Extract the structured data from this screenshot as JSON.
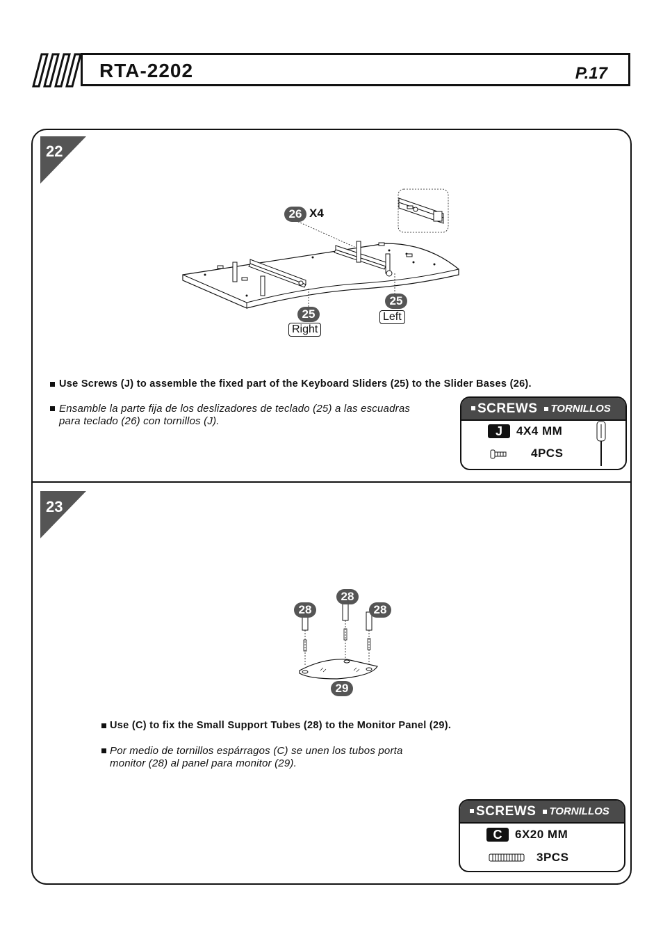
{
  "header": {
    "model": "RTA-2202",
    "page": "P.17"
  },
  "steps": [
    {
      "number": "22",
      "callouts": {
        "brackets": "26",
        "brackets_qty": "X4",
        "slider_right": "25",
        "right_label": "Right",
        "slider_left": "25",
        "left_label": "Left"
      },
      "text_en": "Use Screws (J) to assemble the fixed part of the Keyboard Sliders (25) to the Slider Bases (26).",
      "text_es": [
        "Ensamble la parte fija de los deslizadores de teclado (25) a las escuadras",
        "para teclado (26) con tornillos (J)."
      ],
      "screws": {
        "title": "SCREWS",
        "subtitle": "TORNILLOS",
        "letter": "J",
        "size": "4X4 MM",
        "qty": "4PCS"
      }
    },
    {
      "number": "23",
      "callouts": {
        "tube_a": "28",
        "tube_b": "28",
        "tube_c": "28",
        "panel": "29"
      },
      "text_en": "Use (C) to fix the Small Support Tubes (28) to the Monitor Panel (29).",
      "text_es": [
        "Por medio de tornillos espárragos (C) se unen los tubos porta",
        "monitor (28) al panel para monitor (29)."
      ],
      "screws": {
        "title": "SCREWS",
        "subtitle": "TORNILLOS",
        "letter": "C",
        "size": "6X20 MM",
        "qty": "3PCS"
      }
    }
  ]
}
